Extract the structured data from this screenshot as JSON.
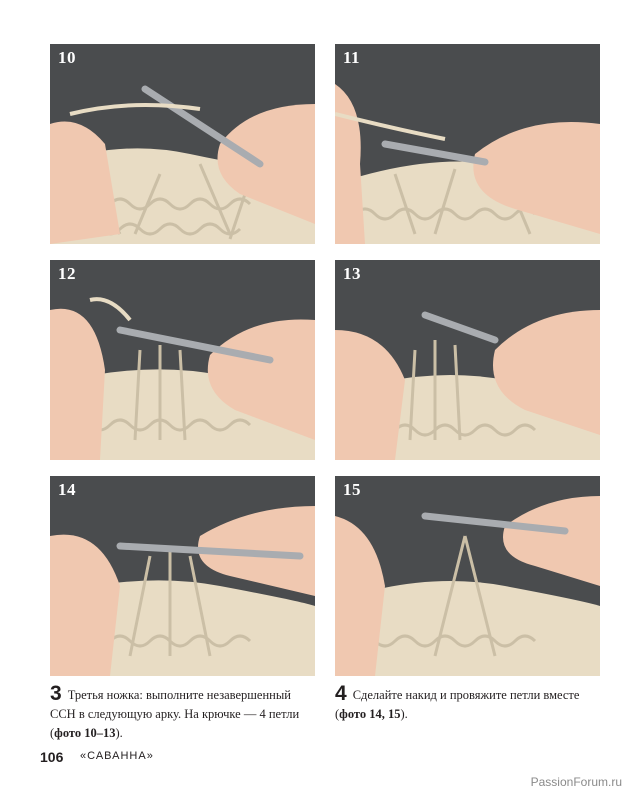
{
  "photos": [
    {
      "number": "10",
      "hook_visible": true
    },
    {
      "number": "11",
      "hook_visible": true
    },
    {
      "number": "12",
      "hook_visible": true
    },
    {
      "number": "13",
      "hook_visible": true
    },
    {
      "number": "14",
      "hook_visible": true
    },
    {
      "number": "15",
      "hook_visible": true
    }
  ],
  "steps": [
    {
      "number": "3",
      "text_before": "Третья ножка: выполните незавершенный ССН в следующую арку. На крючке — 4 петли (",
      "bold": "фото 10–13",
      "text_after": ")."
    },
    {
      "number": "4",
      "text_before": "Сделайте накид и провяжите петли вместе (",
      "bold": "фото 14, 15",
      "text_after": ")."
    }
  ],
  "footer": {
    "page_number": "106",
    "running_title": "«САВАННА»"
  },
  "watermark": "PassionForum.ru",
  "colors": {
    "backdrop": "#4a4c4e",
    "yarn": "#e8dcc4",
    "skin": "#f0c8b0",
    "hook": "#a9acb0",
    "text": "#231f20"
  },
  "icons": [
    "crochet-hook-icon",
    "yarn-icon",
    "hand-icon"
  ]
}
